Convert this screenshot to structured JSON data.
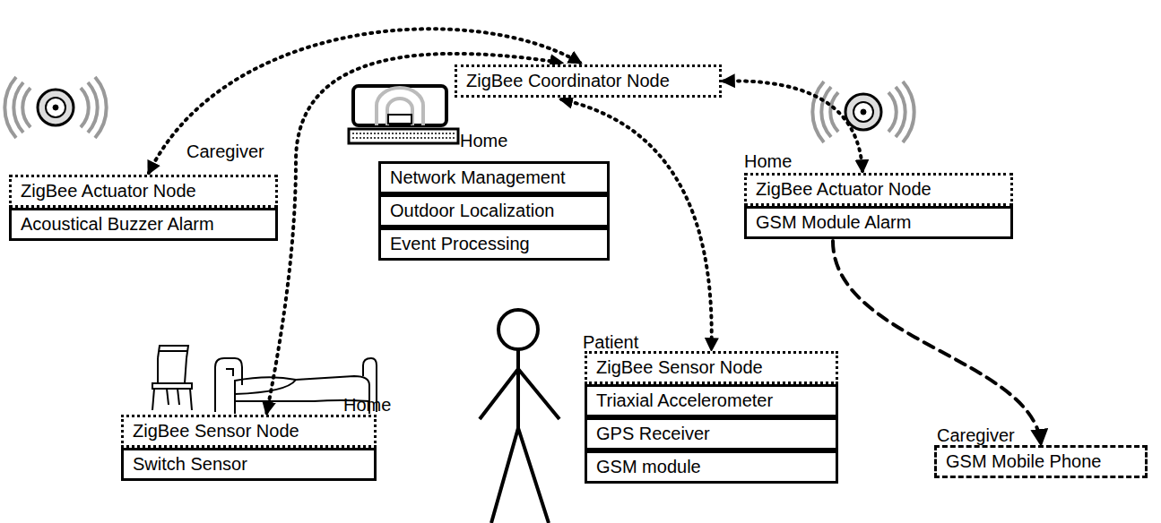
{
  "diagram": {
    "nodes": [
      {
        "text": [
          "ZigBee Actuator Node"
        ]
      },
      {
        "text": [
          "Acoustical Buzzer Alarm"
        ]
      },
      {
        "text": [
          "ZigBee Coordinator Node"
        ]
      },
      {
        "text": [
          "Network Management"
        ]
      },
      {
        "text": [
          "Outdoor Localization"
        ]
      },
      {
        "text": [
          "Event Processing"
        ]
      },
      {
        "text": [
          "ZigBee Actuator Node"
        ]
      },
      {
        "text": [
          "GSM Module Alarm"
        ]
      },
      {
        "text": [
          "ZigBee Sensor Node"
        ]
      },
      {
        "text": [
          "Switch Sensor"
        ]
      },
      {
        "text": [
          "ZigBee Sensor Node"
        ]
      },
      {
        "text": [
          "Triaxial Accelerometer"
        ]
      },
      {
        "text": [
          "GPS Receiver"
        ]
      },
      {
        "text": [
          "GSM module"
        ]
      },
      {
        "text": [
          "GSM Mobile Phone"
        ]
      }
    ],
    "edges": [
      {
        "from": 0,
        "to": 2,
        "arrow": "both"
      },
      {
        "from": 8,
        "to": 2,
        "arrow": "both"
      },
      {
        "from": 2,
        "to": 6,
        "arrow": "both"
      },
      {
        "from": 2,
        "to": 10,
        "arrow": "both"
      },
      {
        "from": 7,
        "to": 14,
        "arrow": "to"
      }
    ],
    "labels": [
      "Caregiver",
      "Home",
      "Home",
      "Home",
      "Patient",
      "Caregiver"
    ]
  }
}
